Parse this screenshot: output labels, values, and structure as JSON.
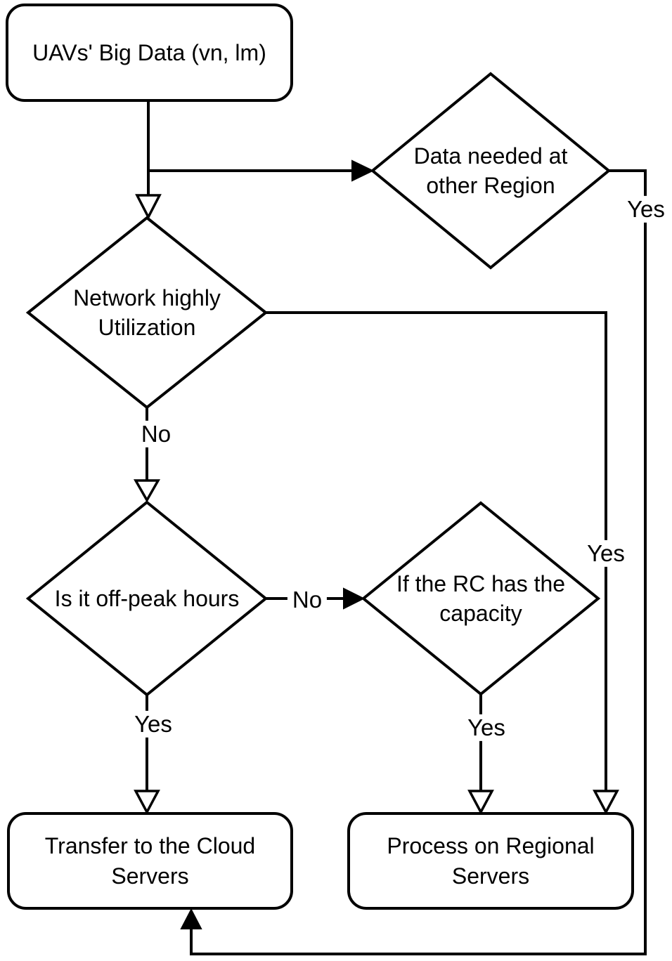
{
  "diagram": {
    "type": "flowchart",
    "colors": {
      "stroke": "#000000",
      "node_fill": "#ffffff",
      "background": "#ffffff",
      "text": "#000000"
    },
    "nodes": {
      "start": {
        "type": "process",
        "label": "UAVs' Big Data (vn, lm)"
      },
      "data_needed": {
        "type": "decision",
        "label": "Data needed at other Region"
      },
      "network_util": {
        "type": "decision",
        "label": "Network highly Utilization"
      },
      "off_peak": {
        "type": "decision",
        "label": "Is it off-peak hours"
      },
      "rc_capacity": {
        "type": "decision",
        "label": "If the RC has the capacity"
      },
      "transfer_cloud": {
        "type": "process",
        "label": "Transfer to the Cloud Servers"
      },
      "process_regional": {
        "type": "process",
        "label": "Process on Regional Servers"
      }
    },
    "edges": [
      {
        "from": "start",
        "to": "network_util",
        "label": ""
      },
      {
        "from": "start",
        "to": "data_needed",
        "label": ""
      },
      {
        "from": "data_needed",
        "to": "transfer_cloud",
        "label": "Yes"
      },
      {
        "from": "network_util",
        "to": "off_peak",
        "label": "No"
      },
      {
        "from": "network_util",
        "to": "process_regional",
        "label": "Yes"
      },
      {
        "from": "off_peak",
        "to": "rc_capacity",
        "label": "No"
      },
      {
        "from": "off_peak",
        "to": "transfer_cloud",
        "label": "Yes"
      },
      {
        "from": "rc_capacity",
        "to": "process_regional",
        "label": "Yes"
      }
    ]
  }
}
